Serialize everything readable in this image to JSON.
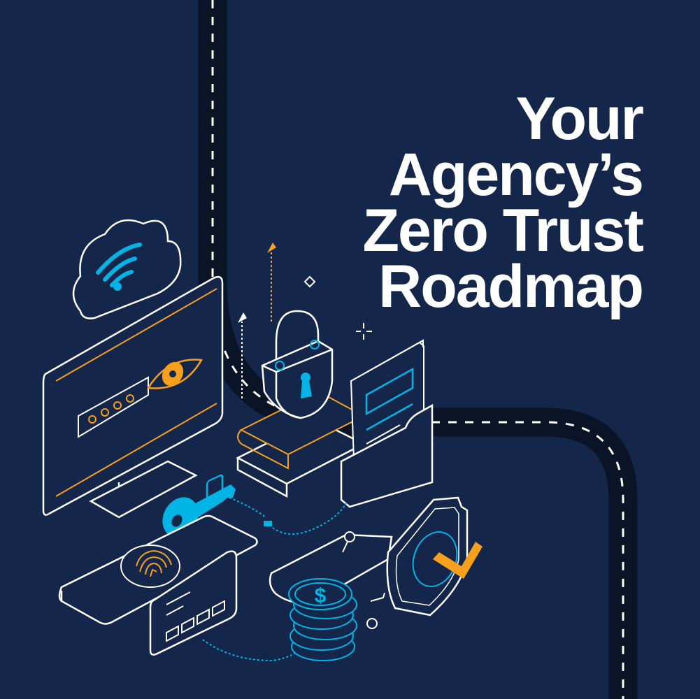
{
  "poster": {
    "title_lines": [
      "Your",
      "Agency’s",
      "Zero Trust",
      "Roadmap"
    ],
    "background_color": "#14264a",
    "road_color": "#0b1427",
    "accent_blue": "#00b4e6",
    "accent_orange": "#f7a01d",
    "line_color": "#ffffff"
  },
  "illustration": {
    "elements": [
      "road-path",
      "cloud-wifi-icon",
      "monitor-password-eye-icon",
      "padlock-icon",
      "books-stack",
      "folder-document-icon",
      "key-icon",
      "fingerprint-phone-icon",
      "credit-card-icon",
      "wallet-icon",
      "coin-stack-dollar-icon",
      "shield-check-icon"
    ]
  }
}
